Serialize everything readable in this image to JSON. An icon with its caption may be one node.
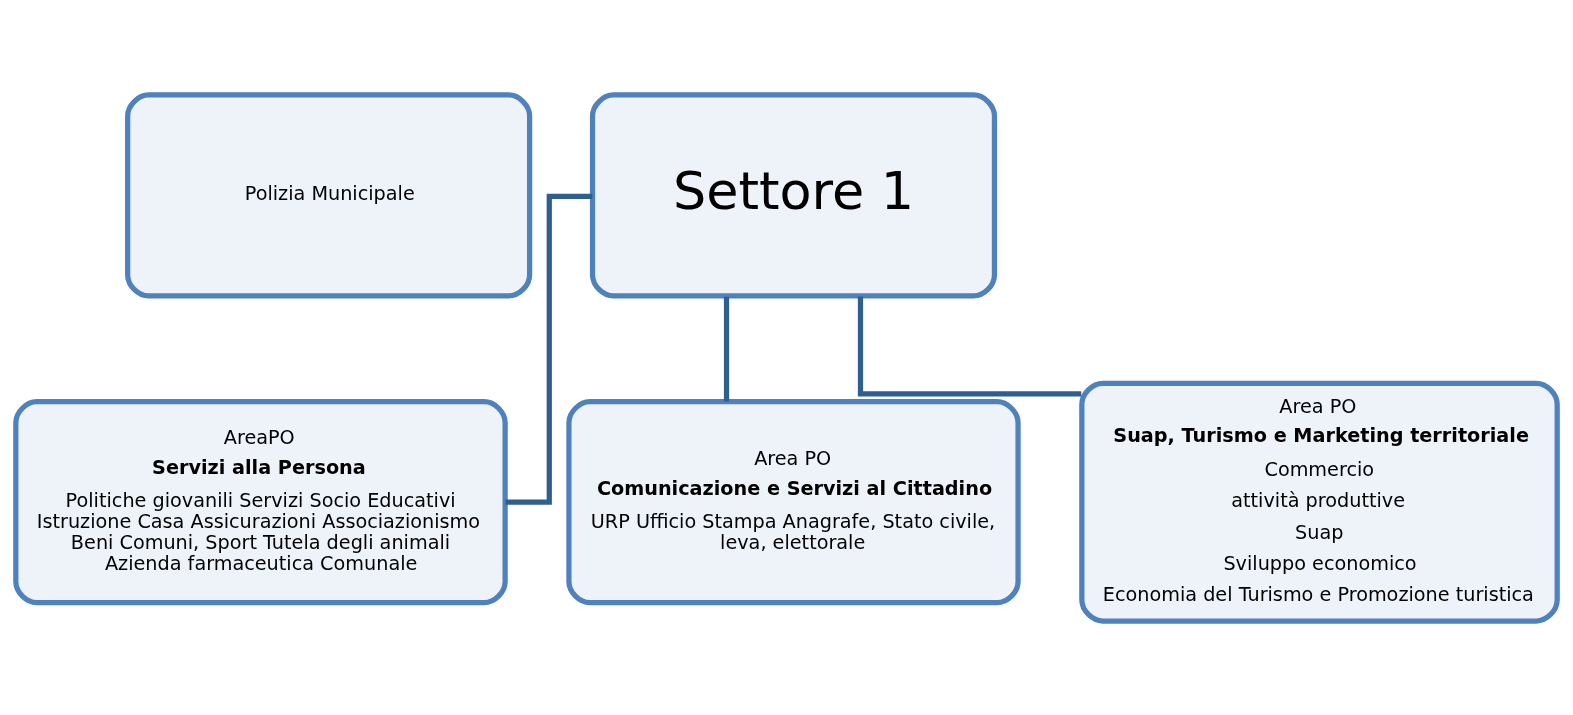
{
  "diagram": {
    "nodes": [
      {
        "text": [
          "Polizia Municipale"
        ]
      },
      {
        "text": [
          "Settore 1"
        ]
      },
      {
        "text": [
          "AreaPO",
          "Servizi alla Persona",
          "Politiche giovanili Servizi Socio Educativi Istruzione Casa Assicurazioni Associazionismo Beni Comuni, Sport Tutela degli animali Azienda farmaceutica Comunale"
        ]
      },
      {
        "text": [
          "Area PO",
          "Comunicazione e Servizi al Cittadino",
          "URP Ufficio Stampa Anagrafe, Stato civile, leva, elettorale"
        ]
      },
      {
        "text": [
          "Area PO",
          "Suap, Turismo e Marketing territoriale",
          "Commercio",
          "attività produttive",
          "Suap",
          "Sviluppo economico",
          "Economia del Turismo e Promozione turistica"
        ]
      }
    ],
    "edges": [
      {
        "from": 1,
        "to": 2,
        "arrow": "none"
      },
      {
        "from": 1,
        "to": 3,
        "arrow": "none"
      },
      {
        "from": 1,
        "to": 4,
        "arrow": "none"
      }
    ]
  }
}
